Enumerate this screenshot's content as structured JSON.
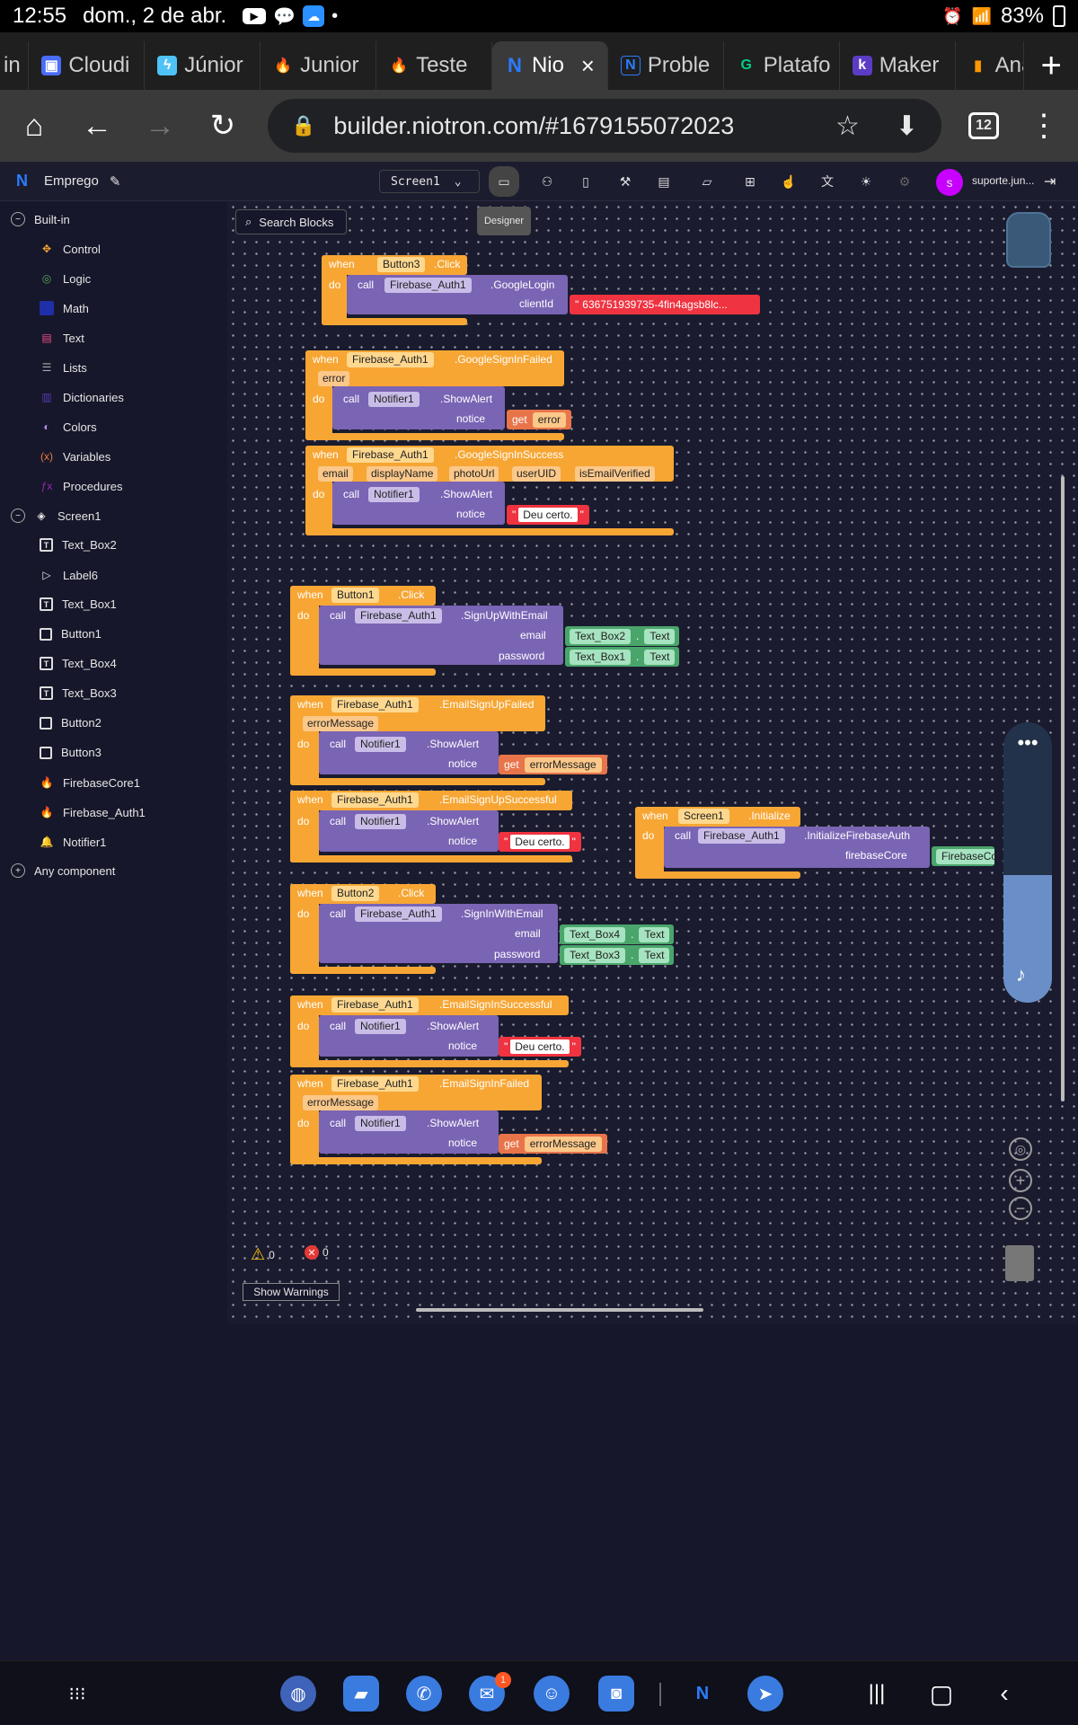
{
  "status": {
    "time": "12:55",
    "date": "dom., 2 de abr.",
    "battery": "83%"
  },
  "tabs": [
    {
      "label": "in",
      "icon": ""
    },
    {
      "label": "Cloudi",
      "icon": "cloud-icon"
    },
    {
      "label": "Júnior",
      "icon": "bolt-icon"
    },
    {
      "label": "Junior",
      "icon": "firebase-icon"
    },
    {
      "label": "Teste",
      "icon": "firebase-icon"
    },
    {
      "label": "Nio",
      "icon": "niotron-icon",
      "active": true
    },
    {
      "label": "Proble",
      "icon": "problem-icon"
    },
    {
      "label": "Platafo",
      "icon": "platform-icon"
    },
    {
      "label": "Maker",
      "icon": "k-icon"
    },
    {
      "label": "Ana",
      "icon": "analytics-icon"
    }
  ],
  "browser": {
    "url": "builder.niotron.com/#1679155072023",
    "tab_count": "12"
  },
  "app": {
    "project": "Emprego",
    "screen": "Screen1",
    "account_initial": "s",
    "account": "suporte.jun...",
    "tooltip": "Designer"
  },
  "sidebar": {
    "builtin": "Built-in",
    "categories": [
      "Control",
      "Logic",
      "Math",
      "Text",
      "Lists",
      "Dictionaries",
      "Colors",
      "Variables",
      "Procedures"
    ],
    "screen": "Screen1",
    "components": [
      "Text_Box2",
      "Label6",
      "Text_Box1",
      "Button1",
      "Text_Box4",
      "Text_Box3",
      "Button2",
      "Button3",
      "FirebaseCore1",
      "Firebase_Auth1",
      "Notifier1"
    ],
    "any": "Any component"
  },
  "workspace": {
    "search": "Search Blocks",
    "warnings_count": "0",
    "errors_count": "0",
    "show_warnings": "Show Warnings",
    "kw_when": "when",
    "kw_do": "do",
    "kw_call": "call",
    "kw_get": "get",
    "blocks": {
      "b1": {
        "comp": "Button3",
        "event": ".Click",
        "ccomp": "Firebase_Auth1",
        "method": ".GoogleLogin",
        "arg": "clientId",
        "value": "636751939735-4fin4agsb8lc..."
      },
      "b2": {
        "comp": "Firebase_Auth1",
        "event": ".GoogleSignInFailed",
        "param": "error",
        "ccomp": "Notifier1",
        "method": ".ShowAlert",
        "arg": "notice",
        "get": "error"
      },
      "b3": {
        "comp": "Firebase_Auth1",
        "event": ".GoogleSignInSuccess",
        "params": [
          "email",
          "displayName",
          "photoUrl",
          "userUID",
          "isEmailVerified"
        ],
        "ccomp": "Notifier1",
        "method": ".ShowAlert",
        "arg": "notice",
        "value": "Deu certo."
      },
      "b4": {
        "comp": "Button1",
        "event": ".Click",
        "ccomp": "Firebase_Auth1",
        "method": ".SignUpWithEmail",
        "arg1": "email",
        "arg2": "password",
        "v1": "Text_Box2",
        "v2": "Text_Box1",
        "prop": "Text"
      },
      "b5": {
        "comp": "Firebase_Auth1",
        "event": ".EmailSignUpFailed",
        "param": "errorMessage",
        "ccomp": "Notifier1",
        "method": ".ShowAlert",
        "arg": "notice",
        "get": "errorMessage"
      },
      "b6": {
        "comp": "Firebase_Auth1",
        "event": ".EmailSignUpSuccessful",
        "ccomp": "Notifier1",
        "method": ".ShowAlert",
        "arg": "notice",
        "value": "Deu certo."
      },
      "b7": {
        "comp": "Screen1",
        "event": ".Initialize",
        "ccomp": "Firebase_Auth1",
        "method": ".InitializeFirebaseAuth",
        "arg": "firebaseCore",
        "value": "FirebaseCor"
      },
      "b8": {
        "comp": "Button2",
        "event": ".Click",
        "ccomp": "Firebase_Auth1",
        "method": ".SignInWithEmail",
        "arg1": "email",
        "arg2": "password",
        "v1": "Text_Box4",
        "v2": "Text_Box3",
        "prop": "Text"
      },
      "b9": {
        "comp": "Firebase_Auth1",
        "event": ".EmailSignInSuccessful",
        "ccomp": "Notifier1",
        "method": ".ShowAlert",
        "arg": "notice",
        "value": "Deu certo."
      },
      "b10": {
        "comp": "Firebase_Auth1",
        "event": ".EmailSignInFailed",
        "param": "errorMessage",
        "ccomp": "Notifier1",
        "method": ".ShowAlert",
        "arg": "notice",
        "get": "errorMessage"
      }
    }
  },
  "nav_badge": "1"
}
